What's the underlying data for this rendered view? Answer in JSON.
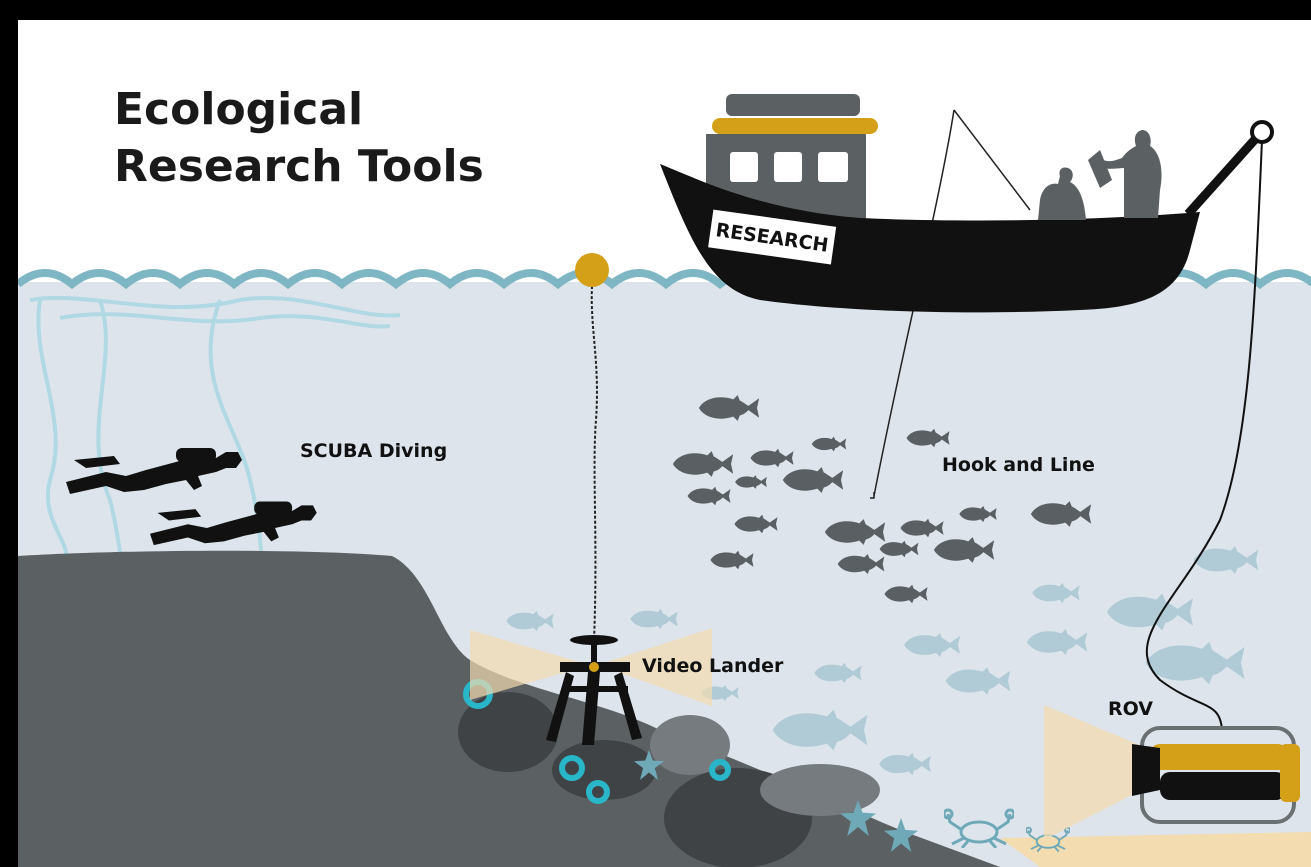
{
  "title": {
    "line1": "Ecological",
    "line2": "Research Tools"
  },
  "labels": {
    "scuba": "SCUBA Diving",
    "hook": "Hook and Line",
    "lander": "Video Lander",
    "rov": "ROV"
  },
  "boat": {
    "sign": "RESEARCH"
  },
  "colors": {
    "frame": "#000000",
    "sky": "#ffffff",
    "water": "#dde4ec",
    "wave": "#7fb6c4",
    "rock": "#5b6063",
    "rock_dark": "#3f4346",
    "accent_gold": "#d4a017",
    "fish_dark": "#5a5f63",
    "fish_light": "#a9c7d2",
    "anemone": "#29b6c8",
    "sand": "#f3dcb0"
  }
}
